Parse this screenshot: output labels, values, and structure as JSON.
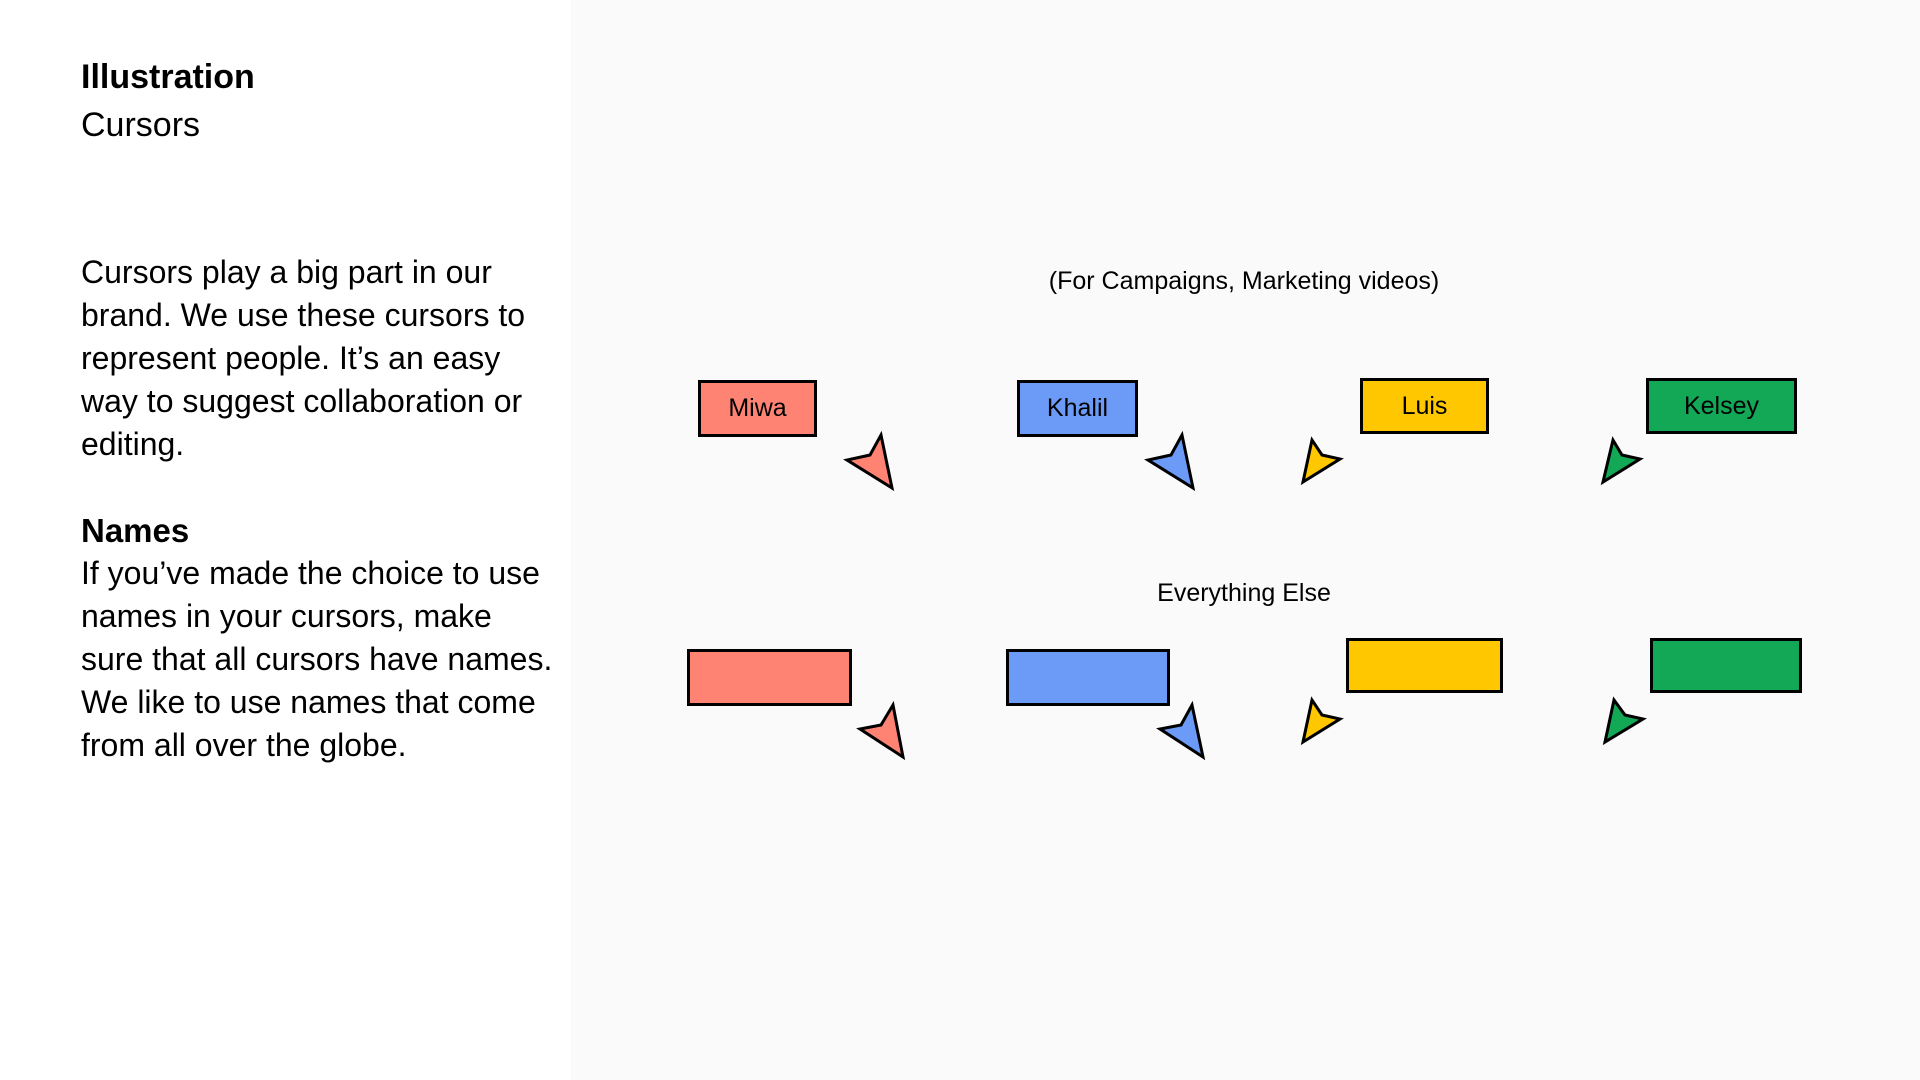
{
  "left": {
    "title": "Illustration",
    "subtitle": "Cursors",
    "intro": "Cursors play a big part in our brand. We use these cursors to represent people. It’s an easy way to suggest collaboration or editing.",
    "names_heading": "Names",
    "names_body": "If you’ve made the choice to use names in your cursors, make sure that all cursors have names. We like to use names that come from all over the globe."
  },
  "illustration": {
    "campaigns_label": "(For Campaigns, Marketing videos)",
    "everything_label": "Everything Else",
    "colors": {
      "red": "#FF8373",
      "blue": "#6B9BF7",
      "yellow": "#FFC700",
      "green": "#13A856",
      "outline": "#000000"
    },
    "named_cursors": [
      {
        "name": "Miwa",
        "color": "red"
      },
      {
        "name": "Khalil",
        "color": "blue"
      },
      {
        "name": "Luis",
        "color": "yellow"
      },
      {
        "name": "Kelsey",
        "color": "green"
      }
    ],
    "unnamed_cursors": [
      {
        "color": "red"
      },
      {
        "color": "blue"
      },
      {
        "color": "yellow"
      },
      {
        "color": "green"
      }
    ]
  }
}
